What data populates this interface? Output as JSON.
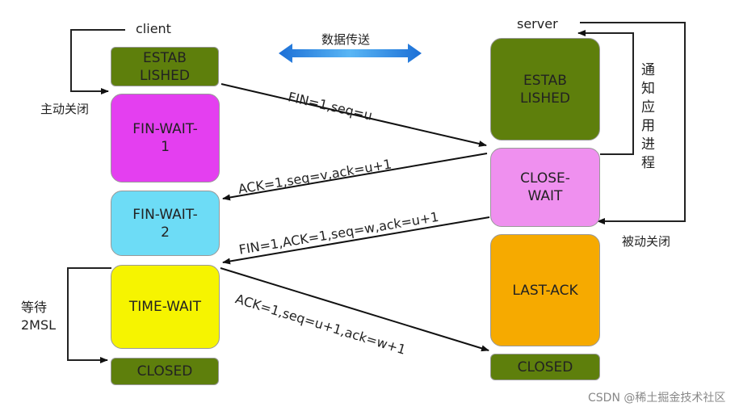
{
  "labels": {
    "client": "client",
    "server": "server",
    "active_close": "主动关闭",
    "passive_close": "被动关闭",
    "data_transfer": "数据传送",
    "notify_app": "通知应用进程",
    "wait_2msl": "等待\n2MSL",
    "watermark": "CSDN @稀土掘金技术社区"
  },
  "client_states": [
    {
      "label": "ESTAB\nLISHED",
      "color": "#5e7f0c"
    },
    {
      "label": "FIN-WAIT-\n1",
      "color": "#e43ff0"
    },
    {
      "label": "FIN-WAIT-\n2",
      "color": "#6ddcf6"
    },
    {
      "label": "TIME-WAIT",
      "color": "#f6f400"
    },
    {
      "label": "CLOSED",
      "color": "#5e7f0c"
    }
  ],
  "server_states": [
    {
      "label": "ESTAB\nLISHED",
      "color": "#5e7f0c"
    },
    {
      "label": "CLOSE-\nWAIT",
      "color": "#ef90ef"
    },
    {
      "label": "LAST-ACK",
      "color": "#f6aa00"
    },
    {
      "label": "CLOSED",
      "color": "#5e7f0c"
    }
  ],
  "messages": [
    "FIN=1,seq=u",
    "ACK=1,seq=v,ack=u+1",
    "FIN=1,ACK=1,seq=w,ack=u+1",
    "ACK=1,seq=u+1,ack=w+1"
  ],
  "colors": {
    "data_arrow": "#2f8ee0"
  }
}
